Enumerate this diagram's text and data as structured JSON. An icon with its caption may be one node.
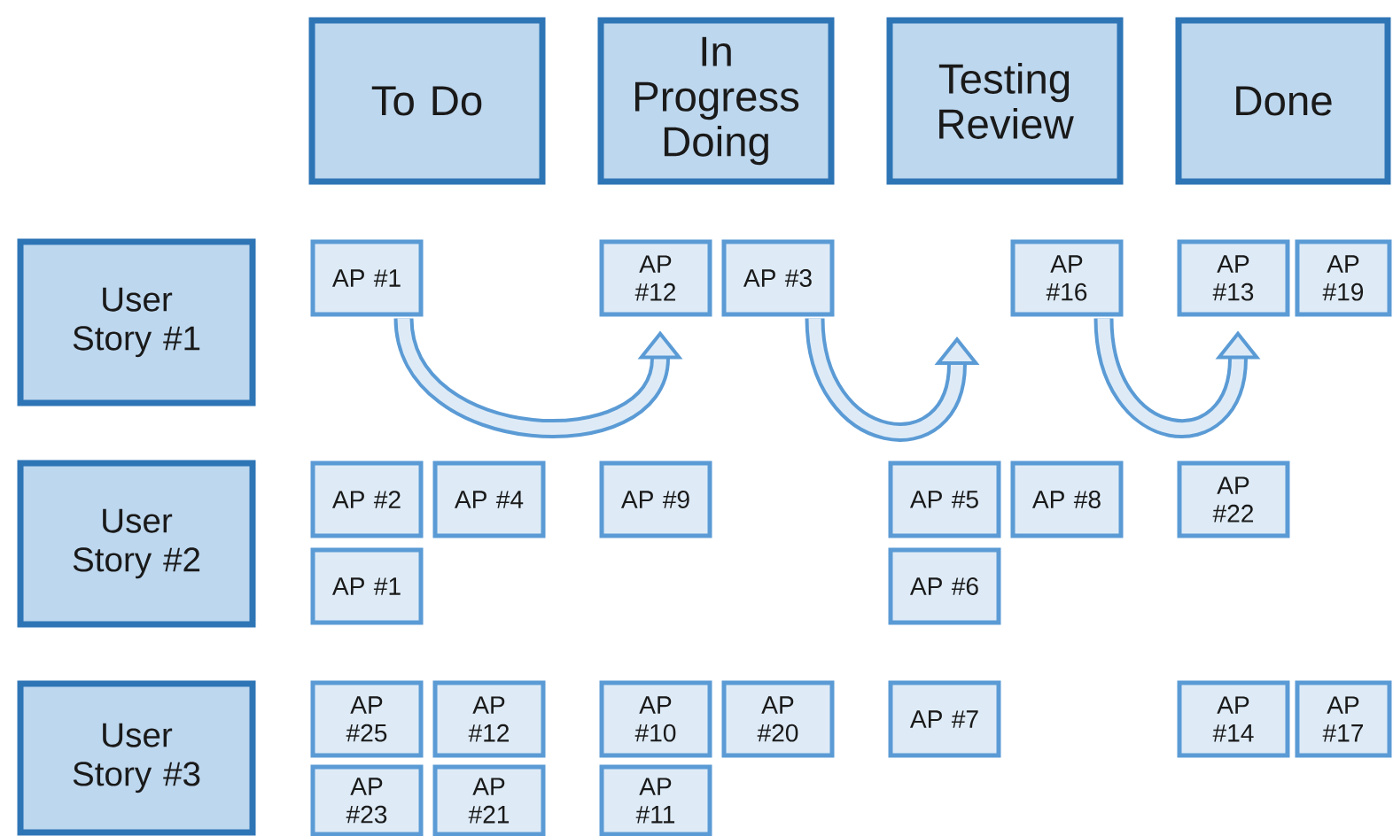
{
  "diagram": {
    "nodes": [
      {
        "text": [
          "To Do"
        ]
      },
      {
        "text": [
          "In Progress Doing"
        ]
      },
      {
        "text": [
          "Testing Review"
        ]
      },
      {
        "text": [
          "Done"
        ]
      },
      {
        "text": [
          "User Story #1"
        ]
      },
      {
        "text": [
          "User Story #2"
        ]
      },
      {
        "text": [
          "User Story #3"
        ]
      },
      {
        "text": [
          "AP #1"
        ]
      },
      {
        "text": [
          "AP #12"
        ]
      },
      {
        "text": [
          "AP #3"
        ]
      },
      {
        "text": [
          "AP #16"
        ]
      },
      {
        "text": [
          "AP #13"
        ]
      },
      {
        "text": [
          "AP #19"
        ]
      },
      {
        "text": [
          "AP #2"
        ]
      },
      {
        "text": [
          "AP #4"
        ]
      },
      {
        "text": [
          "AP #9"
        ]
      },
      {
        "text": [
          "AP #5"
        ]
      },
      {
        "text": [
          "AP #8"
        ]
      },
      {
        "text": [
          "AP #22"
        ]
      },
      {
        "text": [
          "AP #1"
        ]
      },
      {
        "text": [
          "AP #6"
        ]
      },
      {
        "text": [
          "AP #25"
        ]
      },
      {
        "text": [
          "AP #12"
        ]
      },
      {
        "text": [
          "AP #10"
        ]
      },
      {
        "text": [
          "AP #20"
        ]
      },
      {
        "text": [
          "AP #7"
        ]
      },
      {
        "text": [
          "AP #14"
        ]
      },
      {
        "text": [
          "AP #17"
        ]
      },
      {
        "text": [
          "AP #23"
        ]
      },
      {
        "text": [
          "AP #21"
        ]
      },
      {
        "text": [
          "AP #11"
        ]
      }
    ],
    "edges": [
      {
        "from": 7,
        "to": 8,
        "arrow": "to"
      },
      {
        "from": 9,
        "to": null,
        "arrow": "to"
      },
      {
        "from": 10,
        "to": 11,
        "arrow": "to"
      }
    ]
  }
}
